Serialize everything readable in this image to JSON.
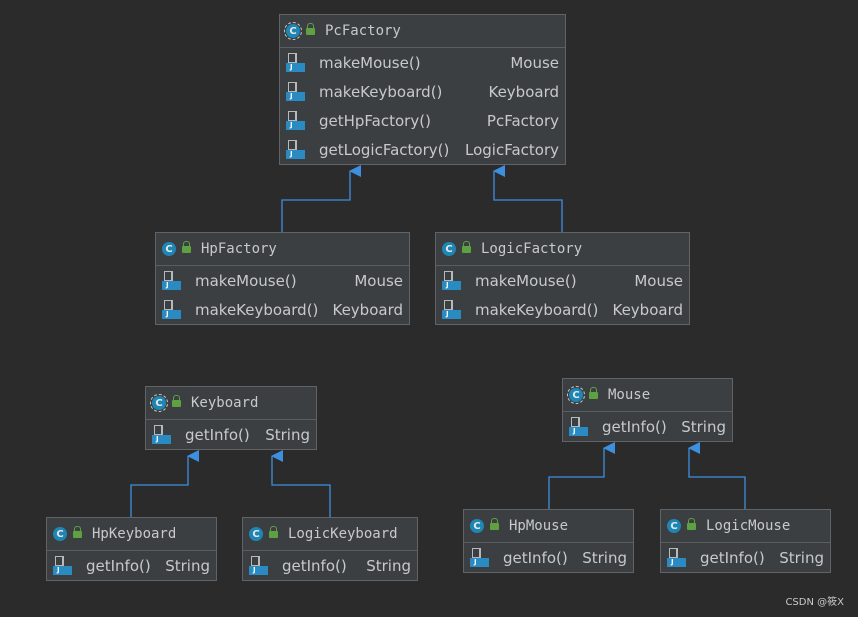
{
  "classes": {
    "pcfactory": {
      "name": "PcFactory",
      "methods": [
        {
          "name": "makeMouse()",
          "type": "Mouse"
        },
        {
          "name": "makeKeyboard()",
          "type": "Keyboard"
        },
        {
          "name": "getHpFactory()",
          "type": "PcFactory"
        },
        {
          "name": "getLogicFactory()",
          "type": "LogicFactory"
        }
      ]
    },
    "hpfactory": {
      "name": "HpFactory",
      "methods": [
        {
          "name": "makeMouse()",
          "type": "Mouse"
        },
        {
          "name": "makeKeyboard()",
          "type": "Keyboard"
        }
      ]
    },
    "logicfactory": {
      "name": "LogicFactory",
      "methods": [
        {
          "name": "makeMouse()",
          "type": "Mouse"
        },
        {
          "name": "makeKeyboard()",
          "type": "Keyboard"
        }
      ]
    },
    "keyboard": {
      "name": "Keyboard",
      "methods": [
        {
          "name": "getInfo()",
          "type": "String"
        }
      ]
    },
    "mouse": {
      "name": "Mouse",
      "methods": [
        {
          "name": "getInfo()",
          "type": "String"
        }
      ]
    },
    "hpkeyboard": {
      "name": "HpKeyboard",
      "methods": [
        {
          "name": "getInfo()",
          "type": "String"
        }
      ]
    },
    "logickeyboard": {
      "name": "LogicKeyboard",
      "methods": [
        {
          "name": "getInfo()",
          "type": "String"
        }
      ]
    },
    "hpmouse": {
      "name": "HpMouse",
      "methods": [
        {
          "name": "getInfo()",
          "type": "String"
        }
      ]
    },
    "logicmouse": {
      "name": "LogicMouse",
      "methods": [
        {
          "name": "getInfo()",
          "type": "String"
        }
      ]
    }
  },
  "icons": {
    "class": "class-c-icon",
    "visibility": "public-lock-icon",
    "method": "method-icon"
  },
  "class_icon_letter": "C",
  "method_icon_letter": "J",
  "colors": {
    "background": "#2b2b2b",
    "box": "#3c3f41",
    "border": "#616466",
    "edge": "#3d8fe0",
    "text": "#c7c9cc"
  },
  "watermark": "CSDN @筱X"
}
